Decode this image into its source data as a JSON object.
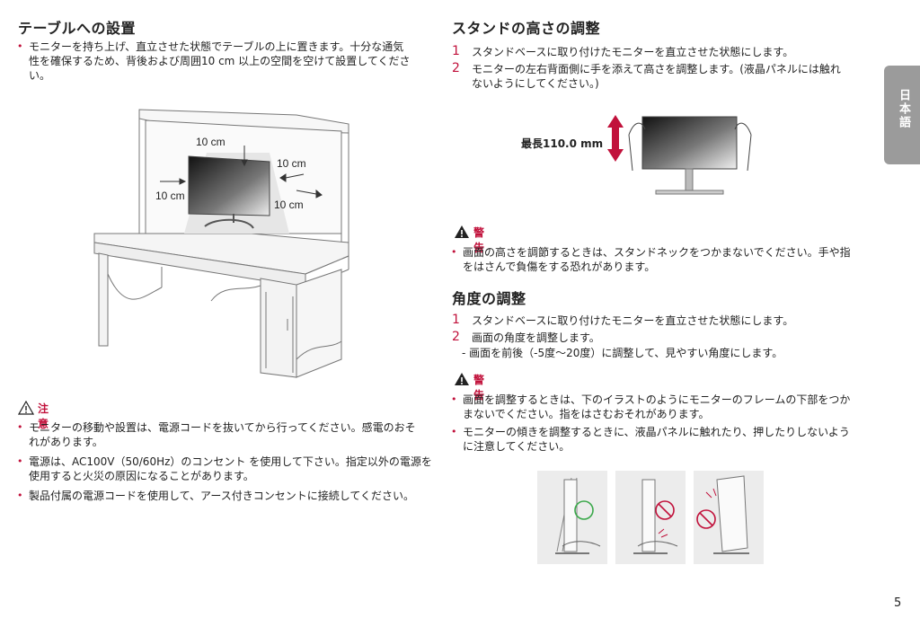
{
  "left": {
    "section_title": "テーブルへの設置",
    "intro_bullet": "モニターを持ち上げ、直立させた状態でテーブルの上に置きます。十分な通気性を確保するため、背後および周囲10 cm 以上の空間を空けて設置してください。",
    "intro_line1": "モニターを持ち上げ、直立させた状態でテーブルの上に置きます。十分な通気",
    "intro_line2": "性を確保するため、背後および周囲10 cm 以上の空間を空けて設置してくださ",
    "intro_line3": "い。",
    "clearance_labels": [
      "10 cm",
      "10 cm",
      "10 cm",
      "10 cm"
    ],
    "caution_title": "注意",
    "caution_items": [
      [
        "モニターの移動や設置は、電源コードを抜いてから行ってください。感電のおそ",
        "れがあります。"
      ],
      [
        "電源は、AC100V（50/60Hz）のコンセント を使用して下さい。指定以外の電源を",
        "使用すると火災の原因になることがあります。"
      ],
      [
        "製品付属の電源コードを使用して、アース付きコンセントに接続してください。"
      ]
    ]
  },
  "right": {
    "height_title": "スタンドの高さの調整",
    "height_steps": [
      {
        "num": "1",
        "lines": [
          "スタンドベースに取り付けたモニターを直立させた状態にします。"
        ]
      },
      {
        "num": "2",
        "lines": [
          "モニターの左右背面側に手を添えて高さを調整します。(液晶パネルには触れ",
          "ないようにしてください。)"
        ]
      }
    ],
    "max_height_label": "最長110.0 mm",
    "warning1_title": "警告",
    "warning1_lines": [
      "画面の高さを調節するときは、スタンドネックをつかまないでください。手や指",
      "をはさんで負傷をする恐れがあります。"
    ],
    "angle_title": "角度の調整",
    "angle_steps": [
      {
        "num": "1",
        "lines": [
          "スタンドベースに取り付けたモニターを直立させた状態にします。"
        ]
      },
      {
        "num": "2",
        "lines": [
          "画面の角度を調整します。"
        ]
      }
    ],
    "angle_sub": "- 画面を前後（-5度～20度）に調整して、見やすい角度にします。",
    "warning2_title": "警告",
    "warning2_items": [
      [
        "画面を調整するときは、下のイラストのようにモニターのフレームの下部をつか",
        "まないでください。指をはさむおそれがあります。"
      ],
      [
        "モニターの傾きを調整するときに、液晶パネルに触れたり、押したりしないよう",
        "に注意してください。"
      ]
    ]
  },
  "sidebar": {
    "language_tab": "日本語"
  },
  "page": {
    "number": "5"
  },
  "colors": {
    "accent": "#c1113b",
    "tab": "#9b9b9b"
  }
}
